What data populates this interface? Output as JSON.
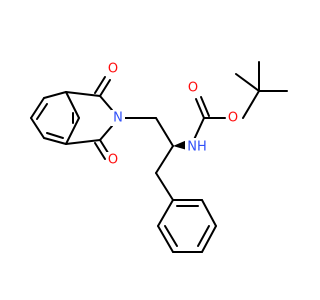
{
  "colors": {
    "bond": "#000000",
    "oxygen": "#ff0d0d",
    "nitrogen": "#3050f8",
    "background": "#ffffff"
  },
  "atoms": {
    "o_top": "O",
    "o_bottom": "O",
    "n_ring": "N",
    "nh": "NH",
    "o_carbonyl": "O",
    "o_ester": "O"
  }
}
